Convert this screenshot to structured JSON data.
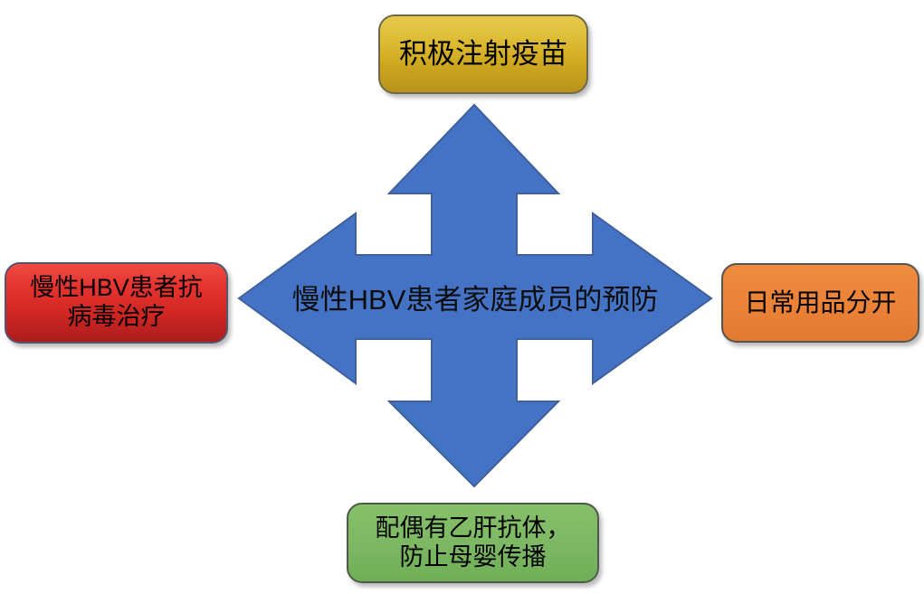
{
  "diagram": {
    "type": "four-way-arrow-radial",
    "background_color": "#ffffff",
    "center": {
      "label": "慢性HBV患者家庭成员的预防",
      "shape": "four-way-arrow",
      "fill_color": "#4472C4",
      "stroke_color": "#3f6099"
    },
    "nodes": [
      {
        "id": "top",
        "label": "积极注射疫苗",
        "position": "top",
        "fill_color": "#ddbc34",
        "border_color": "#6e6a49",
        "text_color": "#000000"
      },
      {
        "id": "left",
        "label": "慢性HBV患者抗\n病毒治疗",
        "position": "left",
        "fill_color": "#e5332f",
        "border_color": "#57546e",
        "text_color": "#000000"
      },
      {
        "id": "right",
        "label": "日常用品分开",
        "position": "right",
        "fill_color": "#ea8136",
        "border_color": "#56544f",
        "text_color": "#000000"
      },
      {
        "id": "bottom",
        "label": "配偶有乙肝抗体，\n防止母婴传播",
        "position": "bottom",
        "fill_color": "#7cb763",
        "border_color": "#4e5a49",
        "text_color": "#000000"
      }
    ]
  }
}
